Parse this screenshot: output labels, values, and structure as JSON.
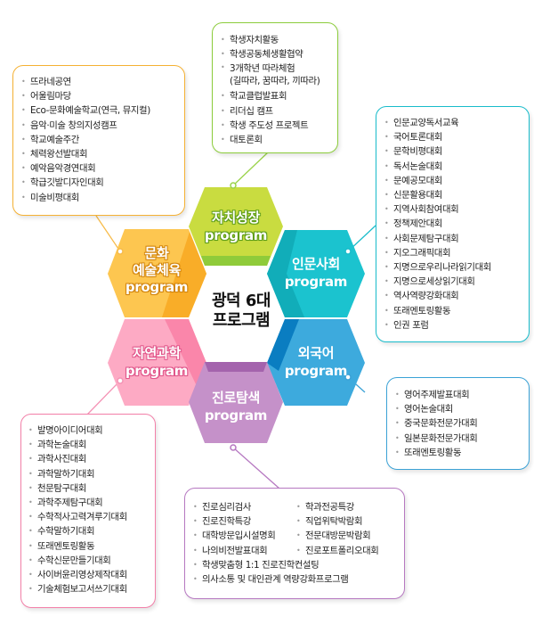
{
  "diagram": {
    "center": {
      "line1": "광덕 6대",
      "line2": "프로그램"
    },
    "programs": [
      {
        "id": "self-growth",
        "title": "자치성장",
        "subtitle": "program",
        "color": "#c4dc3a",
        "shade": "#8fcb3a",
        "border": "#8ccc3c",
        "items": [
          "학생자치활동",
          "학생공동체생활협약",
          "3개학년 따라체험",
          "(길따라, 꿈따라, 끼따라)",
          "학교클럽발표회",
          "리더십 캠프",
          "학생 주도성 프로젝트",
          "대토론회"
        ]
      },
      {
        "id": "culture-arts",
        "title_line1": "문화",
        "title_line2": "예술체육",
        "subtitle": "program",
        "color": "#fdc24c",
        "shade": "#f9a820",
        "border": "#f5b133",
        "items": [
          "뜨라네공연",
          "어울림마당",
          "Eco-문화예술학교(연극, 뮤지컬)",
          "음악·미술 창의지성캠프",
          "학교예술주간",
          "체력왕선발대회",
          "예악음악경연대회",
          "학급깃발디자인대회",
          "미술비평대회"
        ]
      },
      {
        "id": "humanities-social",
        "title": "인문사회",
        "subtitle": "program",
        "color": "#1bc3cf",
        "shade": "#0ea9b6",
        "border": "#19bccb",
        "items": [
          "인문교양독서교육",
          "국어토론대회",
          "문학비평대회",
          "독서논술대회",
          "문예공모대회",
          "신문활용대회",
          "지역사회참여대회",
          "정책제안대회",
          "사회문제탐구대회",
          "지오그래픽대회",
          "지명으로우리나라읽기대회",
          "지명으로세상읽기대회",
          "역사역량강화대회",
          "또래멘토링활동",
          "인권 포럼"
        ]
      },
      {
        "id": "foreign-language",
        "title": "외국어",
        "subtitle": "program",
        "color": "#3aa8dc",
        "shade": "#0c7fc2",
        "border": "#3ba2d6",
        "items": [
          "영어주제발표대회",
          "영어논술대회",
          "중국문화전문가대회",
          "일본문화전문가대회",
          "또래멘토링활동"
        ]
      },
      {
        "id": "natural-science",
        "title": "자연과학",
        "subtitle": "program",
        "color": "#fca4c0",
        "shade": "#f97ea4",
        "border": "#f27fa8",
        "items": [
          "발명아이디어대회",
          "과학논술대회",
          "과학사진대회",
          "과학말하기대회",
          "천문탐구대회",
          "과학주제탐구대회",
          "수학적사고력겨루기대회",
          "수학말하기대회",
          "또래멘토링활동",
          "수학신문만들기대회",
          "사이버윤리영상제작대회",
          "기술체험보고서쓰기대회"
        ]
      },
      {
        "id": "career",
        "title": "진로탐색",
        "subtitle": "program",
        "color": "#c28fc6",
        "shade": "#a465ad",
        "border": "#b678c1",
        "items_col1": [
          "진로심리검사",
          "진로진학특강",
          "대학방문입시설명회",
          "나의비전발표대회"
        ],
        "items_col2": [
          "학과전공특강",
          "직업위탁박람회",
          "전문대방문박람회",
          "진로포트폴리오대회"
        ],
        "items_full": [
          "학생맞춤형 1:1 진로진학컨설팅",
          "의사소통 및 대인관계 역량강화프로그램"
        ]
      }
    ]
  }
}
